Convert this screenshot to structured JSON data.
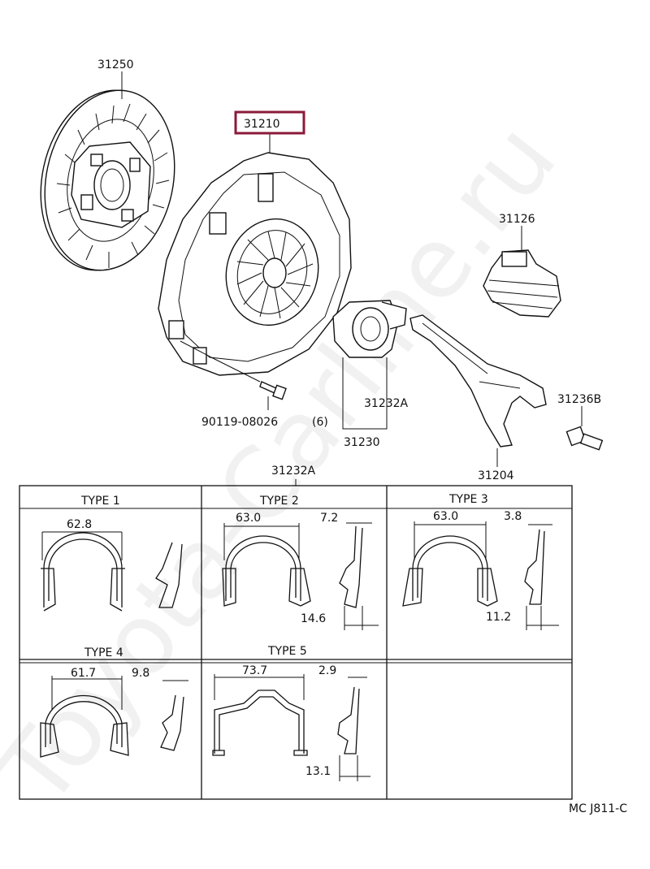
{
  "parts": {
    "disc": "31250",
    "cover": "31210",
    "boot": "31126",
    "bearing_clip": "31232A",
    "bearing_assy": "31230",
    "fork": "31204",
    "ball_stud": "31236B",
    "bolt": "90119-08026",
    "bolt_qty": "(6)",
    "clip_group": "31232A"
  },
  "types": {
    "t1": {
      "label": "TYPE 1",
      "width": "62.8"
    },
    "t2": {
      "label": "TYPE 2",
      "width": "63.0",
      "thick": "7.2",
      "depth": "14.6"
    },
    "t3": {
      "label": "TYPE 3",
      "width": "63.0",
      "thick": "3.8",
      "depth": "11.2"
    },
    "t4": {
      "label": "TYPE 4",
      "width": "61.7",
      "thick": "9.8"
    },
    "t5": {
      "label": "TYPE 5",
      "width": "73.7",
      "thick": "2.9",
      "depth": "13.1"
    }
  },
  "ref_code": "MC  J811-C",
  "watermark": "Toyota-Carline.ru",
  "colors": {
    "highlight": "#8b1a3a",
    "ink": "#111111"
  }
}
